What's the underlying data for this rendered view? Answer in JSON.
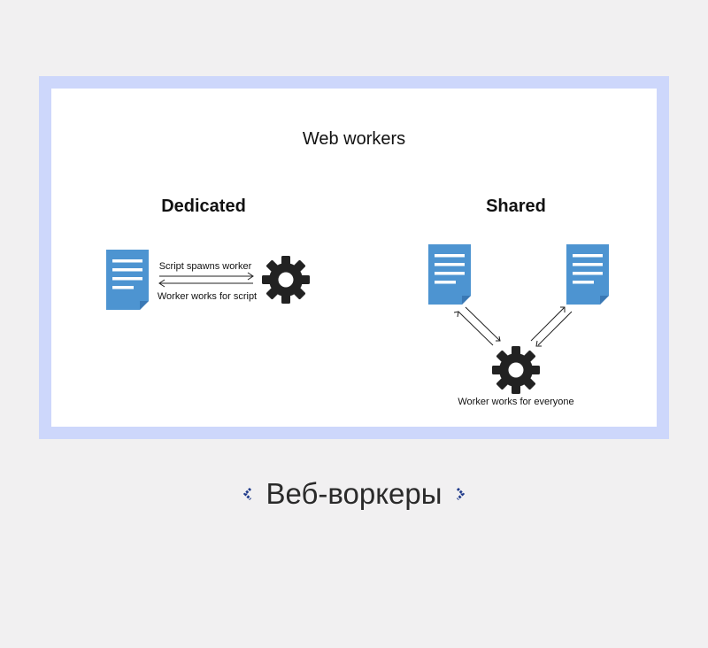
{
  "diagram": {
    "title": "Web workers",
    "dedicated": {
      "heading": "Dedicated",
      "label_spawn": "Script spawns worker",
      "label_works": "Worker works for script"
    },
    "shared": {
      "heading": "Shared",
      "label_worker": "Worker works for everyone"
    },
    "colors": {
      "document": "#4d94d1",
      "document_fold": "#3a78b4",
      "gear": "#222222",
      "frame": "#cdd7fb"
    }
  },
  "caption": {
    "text": "Веб-воркеры",
    "prev_icon": "chevron-left-icon",
    "next_icon": "chevron-right-icon"
  }
}
